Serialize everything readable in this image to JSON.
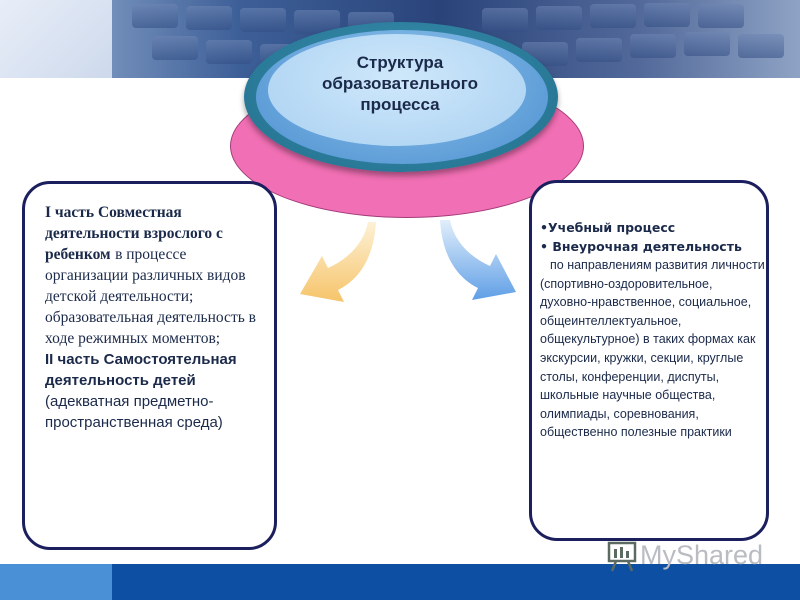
{
  "title": "Структура образовательного процесса",
  "left_box": {
    "part1_heading": "I часть Совместная деятельности взрослого с ребенком",
    "part1_body": "в процессе организации различных видов детской деятельности; образовательная деятельность в ходе режимных моментов;",
    "part2_heading": "II часть Самостоятельная деятельность детей",
    "part2_body": "(адекватная предметно-пространственная среда)"
  },
  "right_box": {
    "bullet1": "•Учебный процесс",
    "bullet2": "• Внеурочная деятельность",
    "body": "по направлениям развития личности (спортивно-оздоровительное, духовно-нравственное, социальное, общеинтеллектуальное, общекультурное) в таких формах как экскурсии, кружки, секции, круглые столы, конференции, диспуты, школьные научные общества, олимпиады, соревнования, общественно полезные практики"
  },
  "logo": {
    "text": "MyShared",
    "icon": "presentation-board-icon"
  },
  "colors": {
    "header": "#2a447a",
    "footer": "#0d4fa3",
    "box_border": "#1c1f5e",
    "pink": "#f16fb4",
    "teal": "#216f8c",
    "oval_light": "#a9d0f1",
    "arrow_left": "#f6c46a",
    "arrow_right": "#5f9fe6"
  }
}
